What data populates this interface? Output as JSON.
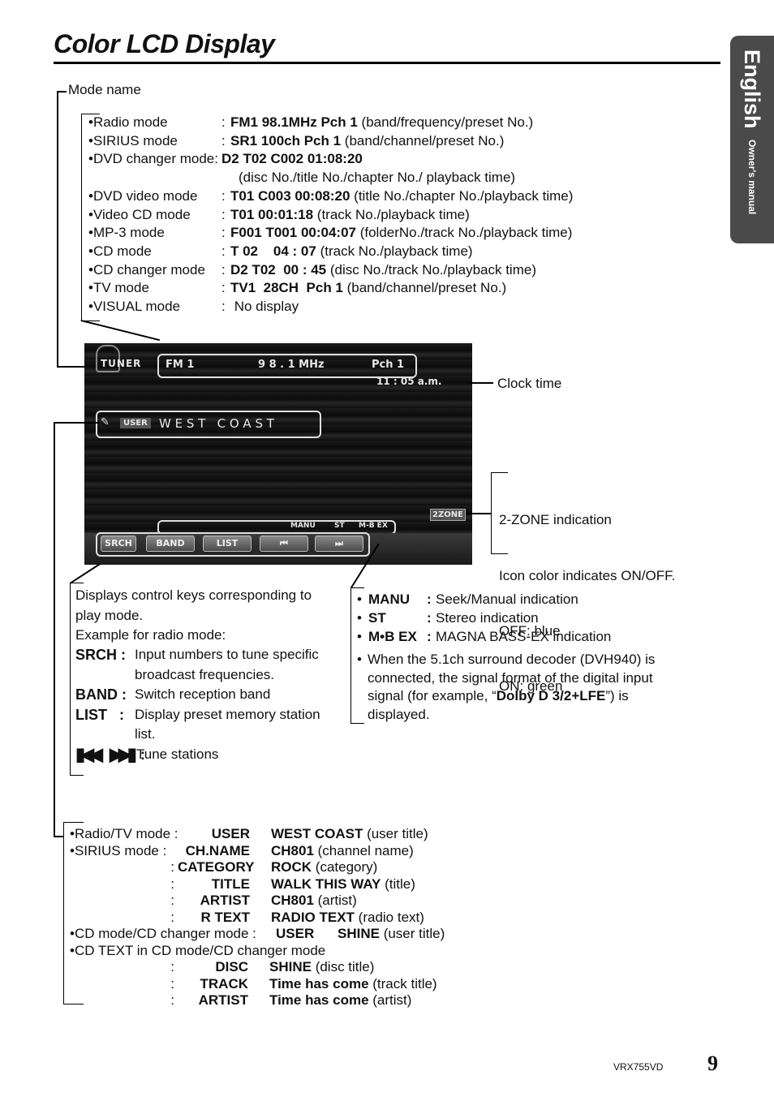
{
  "page": {
    "title": "Color LCD Display",
    "side_tab": {
      "language": "English",
      "subtitle": "Owner's manual"
    },
    "model": "VRX755VD",
    "page_number": "9"
  },
  "mode_name": {
    "label": "Mode name",
    "rows": [
      {
        "mode": "•Radio mode",
        "sep": ":",
        "value": "FM1 98.1MHz Pch 1",
        "desc": " (band/frequency/preset No.)"
      },
      {
        "mode": "•SIRIUS mode",
        "sep": ":",
        "value": "SR1 100ch Pch 1",
        "desc": " (band/channel/preset No.)"
      },
      {
        "mode": "•DVD changer mode:",
        "sep": "",
        "value": "D2 T02 C002 01:08:20",
        "desc": ""
      },
      {
        "mode": "",
        "sep": "",
        "value": "",
        "desc": "(disc No./title No./chapter No./ playback time)"
      },
      {
        "mode": "•DVD video mode",
        "sep": ":",
        "value": "T01 C003 00:08:20",
        "desc": " (title No./chapter No./playback time)"
      },
      {
        "mode": "•Video CD mode",
        "sep": ":",
        "value": "T01 00:01:18",
        "desc": " (track No./playback time)"
      },
      {
        "mode": "•MP-3 mode",
        "sep": ":",
        "value": "F001 T001 00:04:07",
        "desc": " (folderNo./track No./playback time)"
      },
      {
        "mode": "•CD mode",
        "sep": ":",
        "value": "T 02    04 : 07",
        "desc": " (track No./playback time)"
      },
      {
        "mode": "•CD changer mode",
        "sep": ":",
        "value": "D2 T02  00 : 45",
        "desc": " (disc No./track No./playback time)"
      },
      {
        "mode": "•TV mode",
        "sep": ":",
        "value": "TV1  28CH  Pch 1",
        "desc": " (band/channel/preset No.)"
      },
      {
        "mode": "•VISUAL mode",
        "sep": ":",
        "value": "",
        "desc": " No display"
      }
    ]
  },
  "lcd": {
    "tuner": "TUNER",
    "band": "FM 1",
    "freq": "9 8 . 1 MHz",
    "preset": "Pch 1",
    "clock": "11 : 05 a.m.",
    "user": "USER",
    "title": "W E S T   C O A S T",
    "zone": "2ZONE",
    "status": [
      "MANU",
      "ST",
      "M-B EX"
    ],
    "keys": [
      "SRCH",
      "BAND",
      "LIST",
      "⏮",
      "⏭"
    ]
  },
  "clock_label": "Clock time",
  "zone_note": [
    "2-ZONE indication",
    "Icon color indicates ON/OFF.",
    "OFF: blue",
    "ON: green"
  ],
  "control_keys": {
    "intro": [
      "Displays control keys corresponding to",
      "play mode.",
      "Example for radio mode:"
    ],
    "items": [
      {
        "key": "SRCH :",
        "desc": [
          "Input numbers to tune specific",
          "broadcast frequencies."
        ]
      },
      {
        "key": "BAND :",
        "desc": [
          "Switch reception band"
        ]
      },
      {
        "key": "LIST   :",
        "desc": [
          "Display preset memory station",
          "list."
        ]
      },
      {
        "key": ":",
        "desc": [
          "Tune stations"
        ]
      }
    ]
  },
  "indications": {
    "items": [
      {
        "key": "MANU",
        "desc": "Seek/Manual indication"
      },
      {
        "key": "ST",
        "desc": "Stereo indication"
      },
      {
        "key": "M•B EX",
        "desc": "MAGNA BASS-EX indication"
      }
    ],
    "note": [
      "When the 5.1ch surround decoder (DVH940) is",
      "connected, the signal format of the digital input",
      "signal (for example, “",
      "Dolby D 3/2+LFE",
      "”) is",
      "displayed."
    ]
  },
  "titles": {
    "rows": [
      {
        "mode": "•Radio/TV mode :",
        "label": "USER",
        "value": "WEST COAST",
        "desc": " (user title)"
      },
      {
        "mode": "•SIRIUS mode :",
        "label": "CH.NAME",
        "value": "CH801",
        "desc": " (channel name)"
      },
      {
        "mode": ":",
        "label": "CATEGORY",
        "value": "ROCK",
        "desc": " (category)"
      },
      {
        "mode": ":",
        "label": "TITLE",
        "value": "WALK THIS WAY",
        "desc": " (title)"
      },
      {
        "mode": ":",
        "label": "ARTIST",
        "value": "CH801",
        "desc": " (artist)"
      },
      {
        "mode": ":",
        "label": "R TEXT",
        "value": "RADIO TEXT",
        "desc": " (radio text)"
      }
    ],
    "cd_row": {
      "mode": "•CD mode/CD changer mode :",
      "label": "USER",
      "value": "SHINE",
      "desc": " (user title)"
    },
    "cd_text": "•CD TEXT in CD mode/CD changer mode",
    "cd_rows": [
      {
        "mode": ":",
        "label": "DISC",
        "value": "SHINE",
        "desc": " (disc title)"
      },
      {
        "mode": ":",
        "label": "TRACK",
        "value": "Time has come",
        "desc": " (track title)"
      },
      {
        "mode": ":",
        "label": "ARTIST",
        "value": "Time has come",
        "desc": " (artist)"
      }
    ]
  }
}
